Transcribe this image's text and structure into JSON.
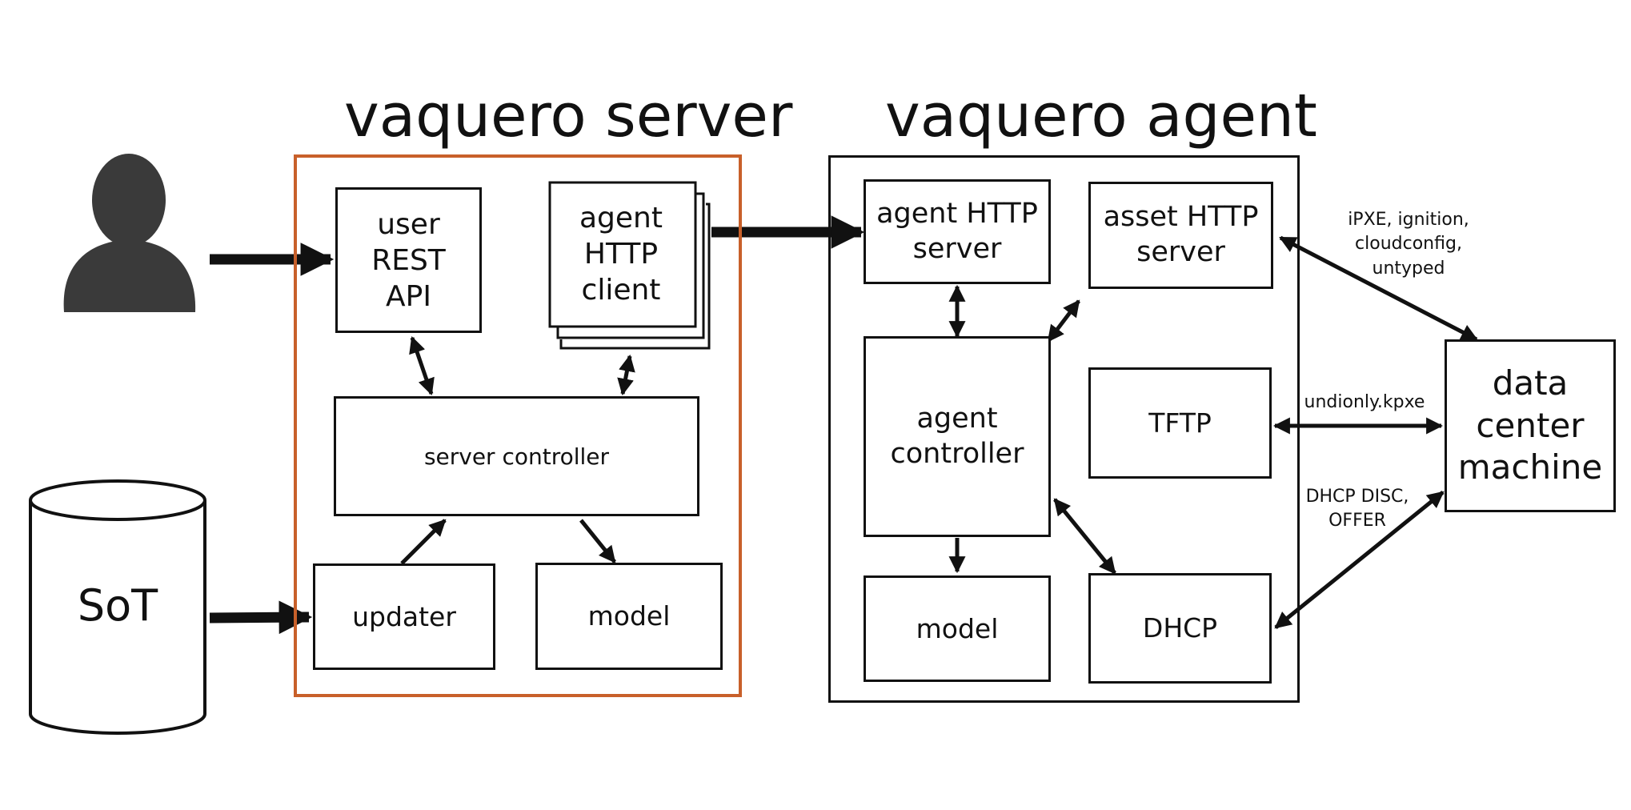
{
  "colors": {
    "server_border": "#c8602a",
    "ink": "#111111",
    "person_fill": "#3a3a3a"
  },
  "titles": {
    "server": "vaquero server",
    "agent": "vaquero agent"
  },
  "actors": {
    "person_icon": "person-icon",
    "sot": "SoT"
  },
  "server": {
    "user_rest_api": "user REST\nAPI",
    "agent_http_client": "agent\nHTTP\nclient",
    "controller": "server controller",
    "updater": "updater",
    "model": "model"
  },
  "agent": {
    "agent_http_server": "agent HTTP\nserver",
    "asset_http_server": "asset HTTP\nserver",
    "controller": "agent\ncontroller",
    "tftp": "TFTP",
    "model": "model",
    "dhcp": "DHCP"
  },
  "machine": {
    "label": "data\ncenter\nmachine"
  },
  "edge_labels": {
    "ipxe": "iPXE, ignition,\ncloudconfig,\nuntyped",
    "undionly": "undionly.kpxe",
    "dhcp": "DHCP DISC,\nOFFER"
  }
}
